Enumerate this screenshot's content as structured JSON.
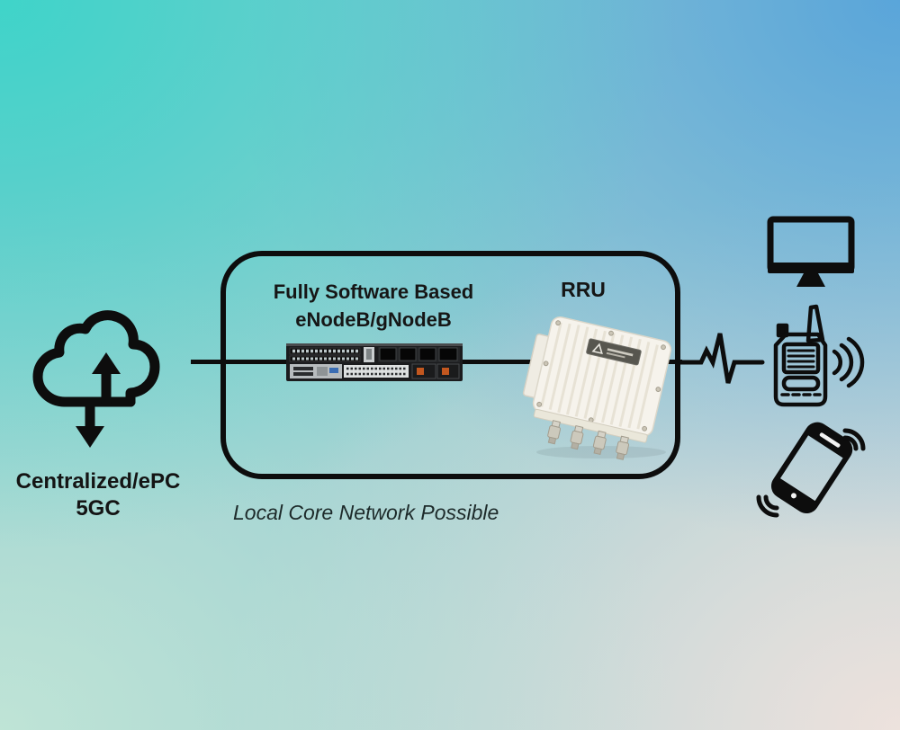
{
  "background": {
    "top_left": "#3ed4c9",
    "top_right": "#56a3da",
    "bottom_left": "#c1e5d6",
    "bottom_right": "#eee2dd"
  },
  "left_node": {
    "icon": "cloud-updown-icon",
    "label_line1": "Centralized/ePC",
    "label_line2": "5GC"
  },
  "core_box": {
    "server_title_line1": "Fully Software Based",
    "server_title_line2": "eNodeB/gNodeB",
    "server_icon": "rack-server-image",
    "rru_title": "RRU",
    "rru_icon": "rru-radio-unit-image"
  },
  "caption": "Local Core Network Possible",
  "connectors": {
    "line_color": "#0d0d0d",
    "pulse_icon": "signal-pulse-icon"
  },
  "right_devices": {
    "monitor_icon": "desktop-monitor-icon",
    "radio_icon": "walkie-talkie-icon",
    "phone_icon": "smartphone-icon"
  },
  "text_color": "#141414"
}
